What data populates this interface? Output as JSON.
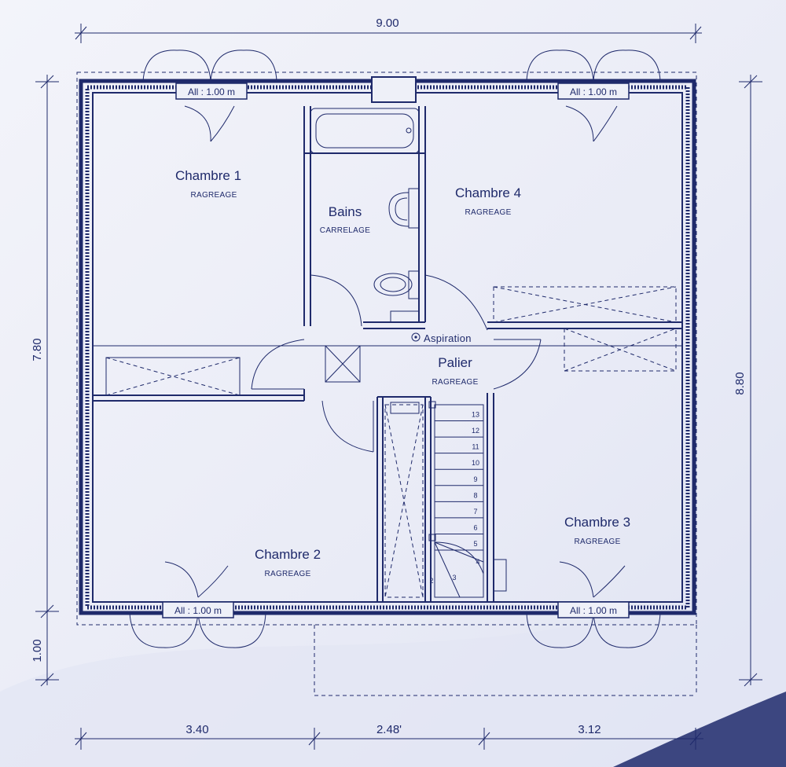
{
  "dimensions": {
    "top": "9.00",
    "left": "7.80",
    "left_bottom": "1.00",
    "right": "8.80",
    "bottom": [
      "3.40",
      "2.48'",
      "3.12"
    ]
  },
  "rooms": [
    {
      "name": "Chambre 1",
      "floor": "RAGREAGE"
    },
    {
      "name": "Bains",
      "floor": "CARRELAGE"
    },
    {
      "name": "Chambre 4",
      "floor": "RAGREAGE"
    },
    {
      "name": "Palier",
      "floor": "RAGREAGE"
    },
    {
      "name": "Chambre 2",
      "floor": "RAGREAGE"
    },
    {
      "name": "Chambre 3",
      "floor": "RAGREAGE"
    }
  ],
  "windows": [
    "All : 1.00 m",
    "All : 1.00 m",
    "All : 1.00 m",
    "All : 1.00 m"
  ],
  "aspiration_label": "Aspiration",
  "stairs": {
    "steps": [
      "13",
      "12",
      "11",
      "10",
      "9",
      "8",
      "7",
      "6",
      "5",
      "4",
      "3",
      "2"
    ]
  },
  "colors": {
    "ink": "#1f2a6b",
    "paper": "#eef0f8"
  }
}
